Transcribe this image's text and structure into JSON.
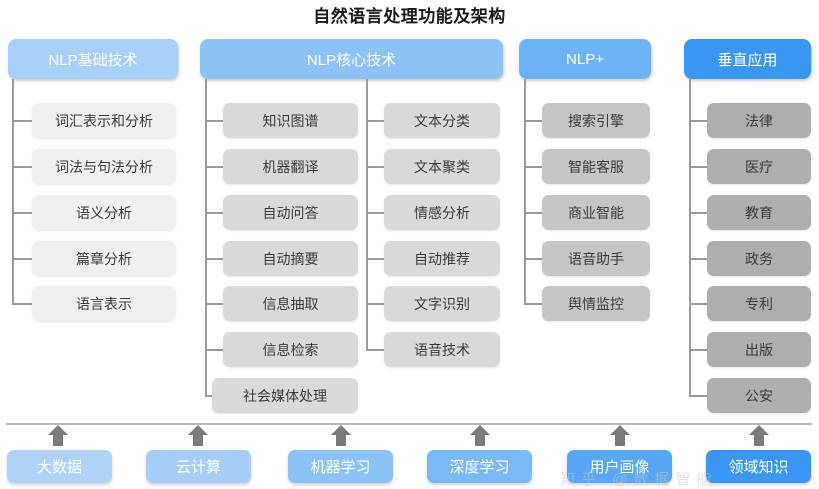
{
  "title": "自然语言处理功能及架构",
  "columns": [
    {
      "id": "nlp-basic",
      "header": "NLP基础技术",
      "header_color": "#a8cff5",
      "box_color": "#efefef",
      "items": [
        "词汇表示和分析",
        "词法与句法分析",
        "语义分析",
        "篇章分析",
        "语言表示"
      ]
    },
    {
      "id": "nlp-core",
      "header": "NLP核心技术",
      "header_color": "#8cc2f5",
      "box_color": "#d9d9d9",
      "items": [
        "知识图谱",
        "机器翻译",
        "自动问答",
        "自动摘要",
        "信息抽取",
        "信息检索",
        "社会媒体处理"
      ],
      "items_right": [
        "文本分类",
        "文本聚类",
        "情感分析",
        "自动推荐",
        "文字识别",
        "语音技术"
      ]
    },
    {
      "id": "nlp-plus",
      "header": "NLP+",
      "header_color": "#6cb2f5",
      "box_color": "#c6c6c6",
      "items": [
        "搜索引擎",
        "智能客服",
        "商业智能",
        "语音助手",
        "舆情监控"
      ]
    },
    {
      "id": "vertical-apps",
      "header": "垂直应用",
      "header_color": "#3b96f3",
      "box_color": "#aeaeae",
      "items": [
        "法律",
        "医疗",
        "教育",
        "政务",
        "专利",
        "出版",
        "公安"
      ]
    }
  ],
  "foundation": {
    "items": [
      {
        "label": "大数据",
        "color": "#afd3f7"
      },
      {
        "label": "云计算",
        "color": "#a5cdf7"
      },
      {
        "label": "机器学习",
        "color": "#8cc2f5"
      },
      {
        "label": "深度学习",
        "color": "#7bb9f6"
      },
      {
        "label": "用户画像",
        "color": "#58a6f4"
      },
      {
        "label": "领域知识",
        "color": "#3b96f3"
      }
    ],
    "arrow_icon": "arrow-up-icon"
  },
  "watermark": "知乎 @数据智能"
}
